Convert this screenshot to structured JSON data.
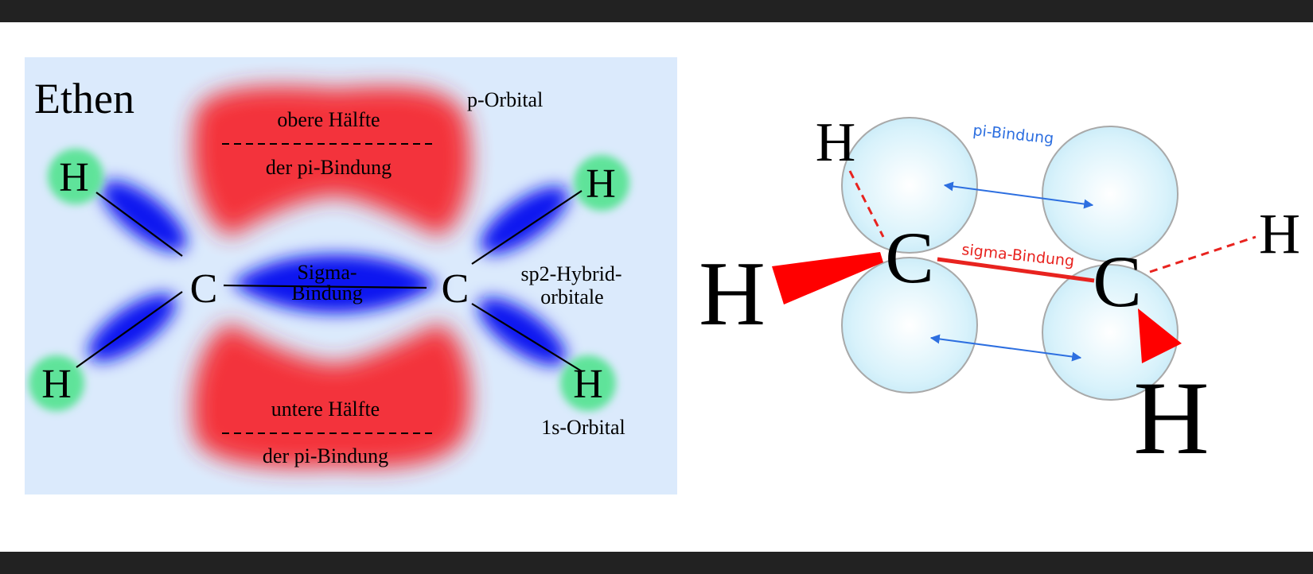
{
  "left_diagram": {
    "title": "Ethen",
    "p_orbital": "p-Orbital",
    "upper_half": "obere Hälfte",
    "upper_pi": "der pi-Bindung",
    "sigma_line1": "Sigma-",
    "sigma_line2": "Bindung",
    "hybrid_line1": "sp2-Hybrid-",
    "hybrid_line2": "orbitale",
    "lower_half": "untere Hälfte",
    "lower_pi": "der pi-Bindung",
    "s_orbital": "1s-Orbital",
    "atom_c": "C",
    "atom_h": "H",
    "colors": {
      "background": "#dbeafc",
      "pi_lobe": "#f52a32",
      "hybrid_lobe": "#0a14f0",
      "s_orbital": "#5ee39a"
    }
  },
  "right_diagram": {
    "pi_bond": "pi-Bindung",
    "sigma_bond": "sigma-Bindung",
    "atom_c": "C",
    "atom_h": "H",
    "colors": {
      "pi_arrow": "#2d6fe0",
      "sigma_bond": "#e8231f",
      "wedge": "#ff0000",
      "orbital_fill": "#d2f0fb"
    }
  }
}
